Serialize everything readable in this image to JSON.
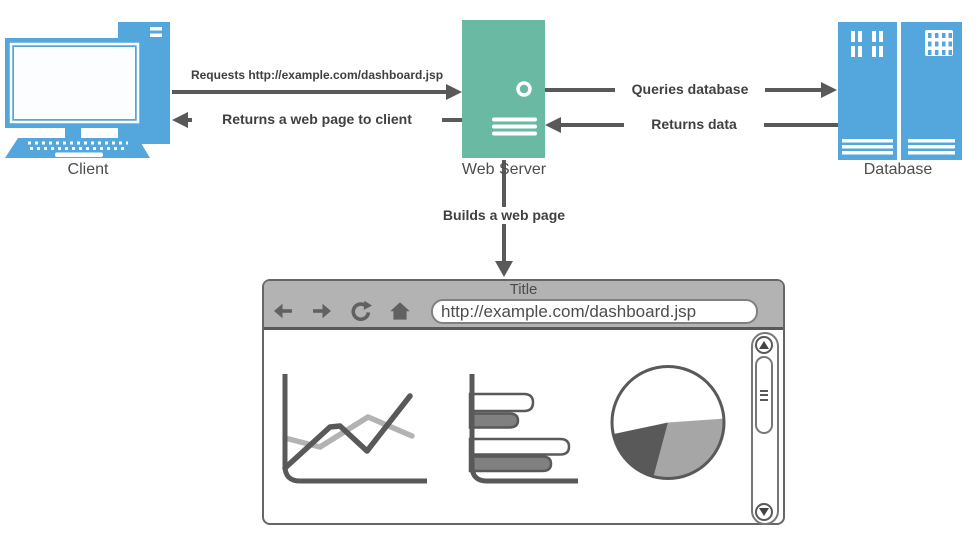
{
  "diagram": {
    "client": {
      "label": "Client"
    },
    "web_server": {
      "label": "Web Server"
    },
    "database": {
      "label": "Database"
    },
    "flows": {
      "request": "Requests http://example.com/dashboard.jsp",
      "response": "Returns a web page to client",
      "query": "Queries database",
      "returns": "Returns data",
      "build": "Builds a web page"
    }
  },
  "browser": {
    "title": "Title",
    "url": "http://example.com/dashboard.jsp",
    "nav_icons": [
      "back-icon",
      "forward-icon",
      "refresh-icon",
      "home-icon"
    ],
    "content_icons": [
      "line-chart-icon",
      "bar-chart-icon",
      "pie-chart-icon",
      "scrollbar"
    ]
  },
  "colors": {
    "node_blue": "#54A7DD",
    "server_teal": "#69B9A3",
    "stroke_dark": "#595959",
    "header_gray": "#B3B3B3",
    "bar_gray": "#808080",
    "pie_light_gray": "#A6A6A6",
    "line_light_gray": "#B3B3B3",
    "window_border": "#666666"
  }
}
